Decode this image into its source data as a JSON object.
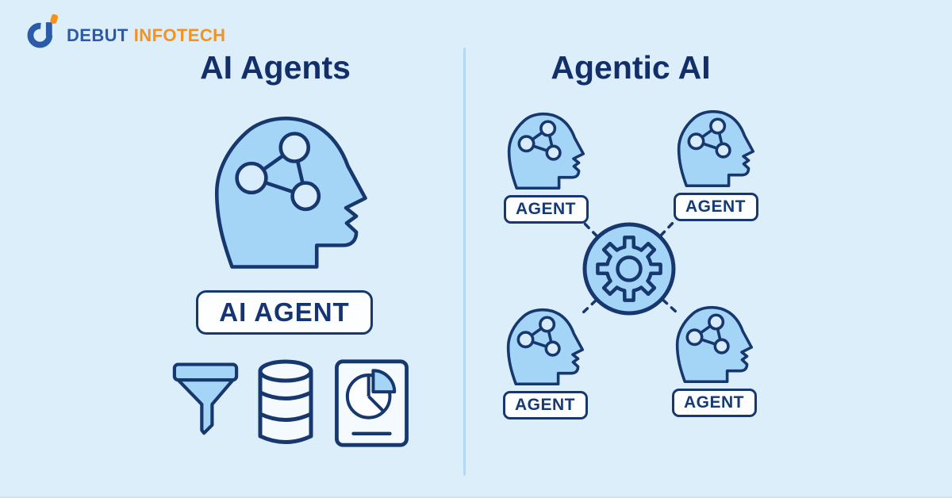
{
  "brand": {
    "logo_icon": "debut-infotech-d-logo",
    "name_primary": "DEBUT",
    "name_secondary": "INFOTECH"
  },
  "left_panel": {
    "title": "AI Agents",
    "head_icon": "head-with-network-icon",
    "badge": "AI AGENT",
    "bottom_icons": [
      "funnel-icon",
      "database-icon",
      "pie-chart-report-icon"
    ]
  },
  "right_panel": {
    "title": "Agentic AI",
    "hub_icon": "gear-icon",
    "agents": [
      {
        "label": "AGENT",
        "position": "top-left"
      },
      {
        "label": "AGENT",
        "position": "top-right"
      },
      {
        "label": "AGENT",
        "position": "bottom-left"
      },
      {
        "label": "AGENT",
        "position": "bottom-right"
      }
    ]
  },
  "colors": {
    "background": "#ddeefb",
    "outline_navy": "#17386e",
    "heading_navy": "#132f6a",
    "icon_blue": "#a5d5f6",
    "node_blue": "#d9ecfc",
    "card_white": "#fcfeff",
    "divider_blue": "#b5d8f3",
    "brand_blue": "#2b5ba8",
    "brand_orange": "#f5921e"
  }
}
